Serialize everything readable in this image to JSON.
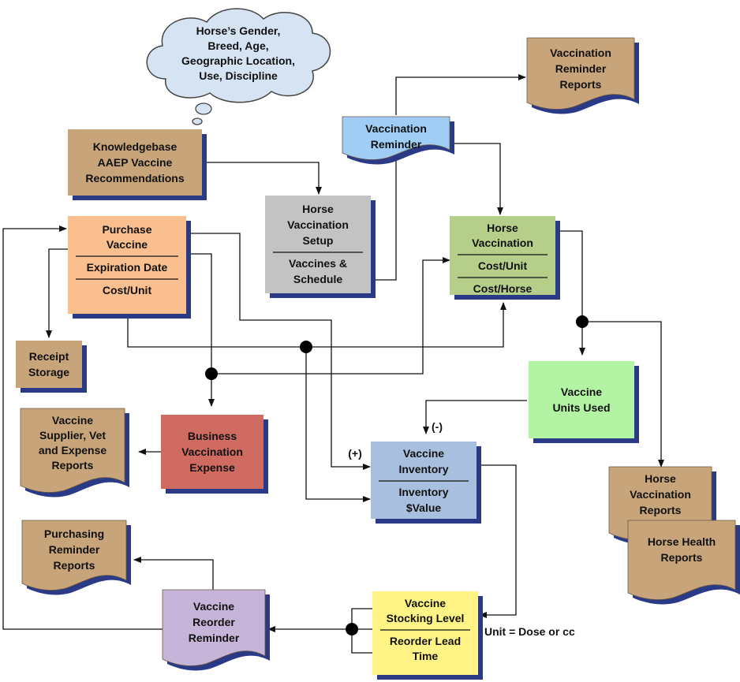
{
  "colors": {
    "shadow": "#2b3a86",
    "tan": "#c8a47a",
    "orange": "#f9bf8f",
    "gray": "#c3c3c3",
    "blue": "#9fcdf5",
    "green": "#b5cf8a",
    "light_green": "#b3f3a4",
    "red": "#cf6b61",
    "steel": "#a9bfdf",
    "yellow": "#fff485",
    "lavender": "#c7b5d9",
    "cloud": "#d6e3f3",
    "line": "#111111"
  },
  "cloud": {
    "lines": [
      "Horse’s Gender,",
      "Breed, Age,",
      "Geographic Location,",
      "Use, Discipline"
    ]
  },
  "nodes": {
    "knowledgebase": {
      "lines": [
        "Knowledgebase",
        "AAEP Vaccine",
        "Recommendations"
      ]
    },
    "purchase_vaccine": {
      "title": [
        "Purchase",
        "Vaccine"
      ],
      "fields": [
        "Expiration Date",
        "Cost/Unit"
      ]
    },
    "receipt_storage": {
      "lines": [
        "Receipt",
        "Storage"
      ]
    },
    "horse_vaccination_setup": {
      "title": [
        "Horse",
        "Vaccination",
        "Setup"
      ],
      "fields": [
        [
          "Vaccines &",
          "Schedule"
        ]
      ]
    },
    "vaccination_reminder": {
      "lines": [
        "Vaccination",
        "Reminder"
      ]
    },
    "vaccination_reminder_reports": {
      "lines": [
        "Vaccination",
        "Reminder",
        "Reports"
      ]
    },
    "horse_vaccination": {
      "title": [
        "Horse",
        "Vaccination"
      ],
      "fields": [
        "Cost/Unit",
        "Cost/Horse"
      ]
    },
    "vaccine_units_used": {
      "lines": [
        "Vaccine",
        "Units Used"
      ]
    },
    "vaccine_supplier_reports": {
      "lines": [
        "Vaccine",
        "Supplier, Vet",
        "and Expense",
        "Reports"
      ]
    },
    "business_vaccination_expense": {
      "lines": [
        "Business",
        "Vaccination",
        "Expense"
      ]
    },
    "vaccine_inventory": {
      "title": [
        "Vaccine",
        "Inventory"
      ],
      "fields": [
        [
          "Inventory",
          "$Value"
        ]
      ]
    },
    "horse_vaccination_reports": {
      "lines": [
        "Horse",
        "Vaccination",
        "Reports"
      ]
    },
    "horse_health_reports": {
      "lines": [
        "Horse Health",
        "Reports"
      ]
    },
    "purchasing_reminder_reports": {
      "lines": [
        "Purchasing",
        "Reminder",
        "Reports"
      ]
    },
    "vaccine_reorder_reminder": {
      "lines": [
        "Vaccine",
        "Reorder",
        "Reminder"
      ]
    },
    "vaccine_stocking_level": {
      "title": [
        "Vaccine",
        "Stocking Level"
      ],
      "fields": [
        [
          "Reorder Lead",
          "Time"
        ]
      ]
    }
  },
  "annotations": {
    "plus": "(+)",
    "minus": "(-)",
    "unit_note": "Unit = Dose or cc"
  }
}
